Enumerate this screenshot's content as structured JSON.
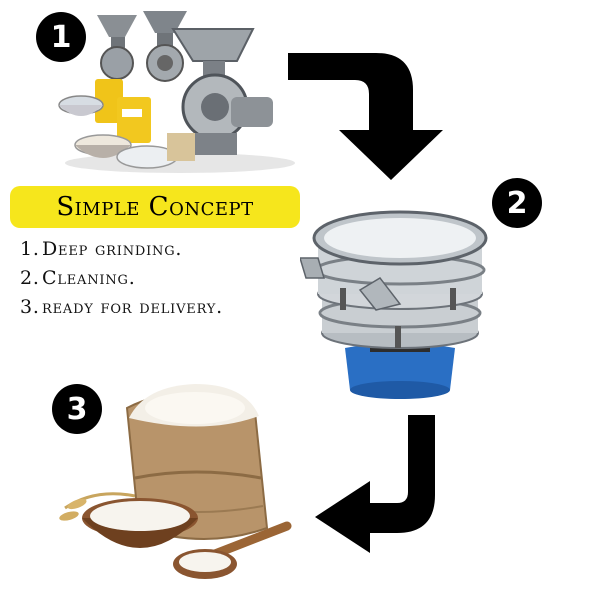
{
  "step_badges": [
    "1",
    "2",
    "3"
  ],
  "concept": {
    "title": "Simple Concept",
    "steps": [
      {
        "num": "1.",
        "text": "Deep grinding."
      },
      {
        "num": "2.",
        "text": "Cleaning."
      },
      {
        "num": "3.",
        "text": "ready for delivery."
      }
    ]
  },
  "colors": {
    "highlight": "#f6e61c",
    "badge": "#000000",
    "arrow": "#000000",
    "sieve_base": "#2a6fc4"
  },
  "images": [
    "flour-mill-machines",
    "vibrating-sieve",
    "flour-sack-and-bowl"
  ]
}
